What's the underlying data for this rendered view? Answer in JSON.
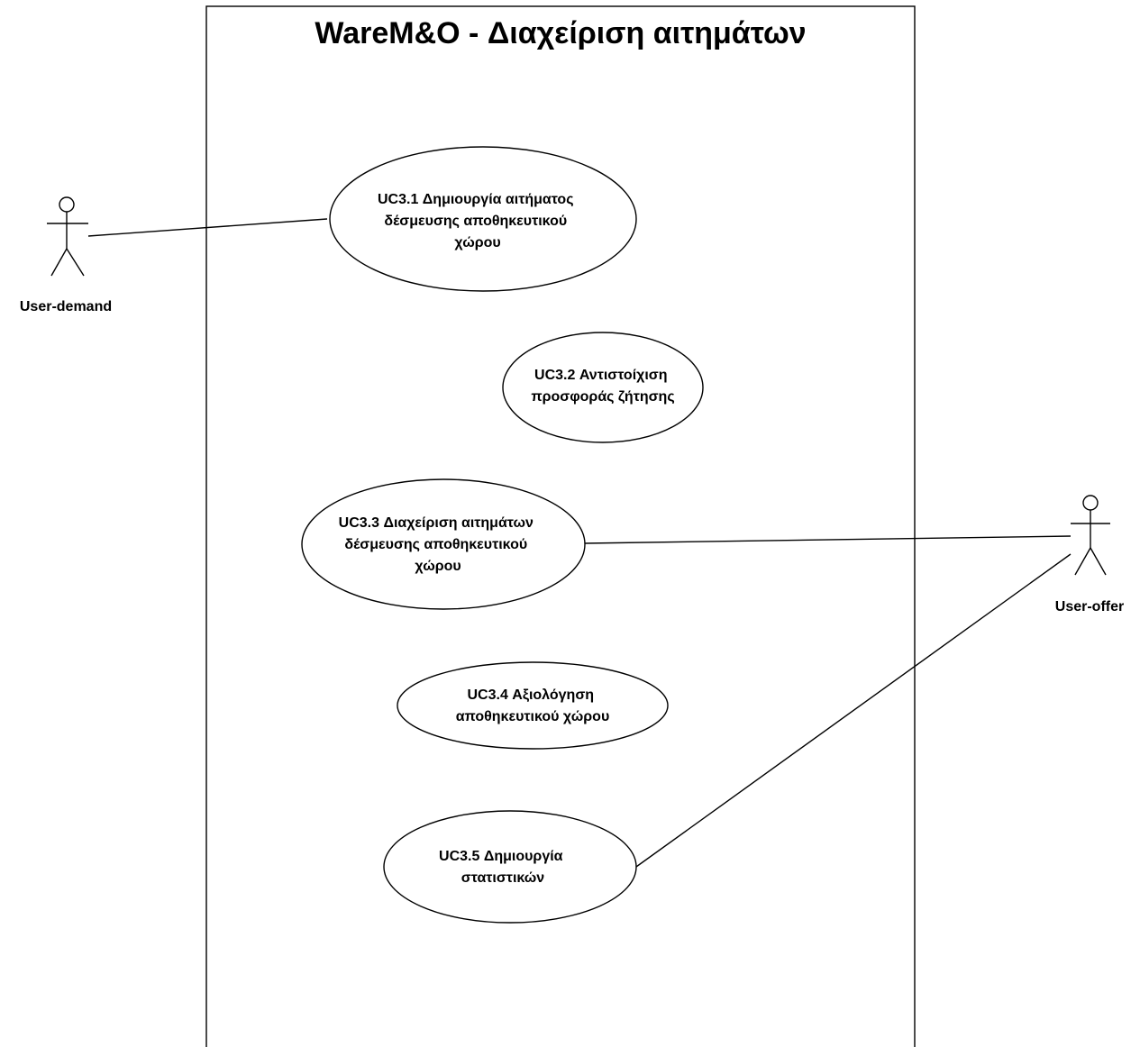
{
  "system": {
    "title": "WareM&O - Διαχείριση αιτημάτων"
  },
  "actors": {
    "demand": {
      "label": "User-demand"
    },
    "offer": {
      "label": "User-offer"
    }
  },
  "use_cases": [
    {
      "id": "uc31",
      "lines": [
        "UC3.1 Δημιουργία αιτήματος",
        "δέσμευσης αποθηκευτικού",
        "χώρου"
      ]
    },
    {
      "id": "uc32",
      "lines": [
        "UC3.2 Αντιστοίχιση",
        "προσφοράς ζήτησης"
      ]
    },
    {
      "id": "uc33",
      "lines": [
        "UC3.3 Διαχείριση αιτημάτων",
        "δέσμευσης αποθηκευτικού",
        "χώρου"
      ]
    },
    {
      "id": "uc34",
      "lines": [
        "UC3.4 Αξιολόγηση",
        "αποθηκευτικού χώρου"
      ]
    },
    {
      "id": "uc35",
      "lines": [
        "UC3.5 Δημιουργία",
        "στατιστικών"
      ]
    }
  ],
  "colors": {
    "stroke": "#000000",
    "background": "#ffffff"
  }
}
